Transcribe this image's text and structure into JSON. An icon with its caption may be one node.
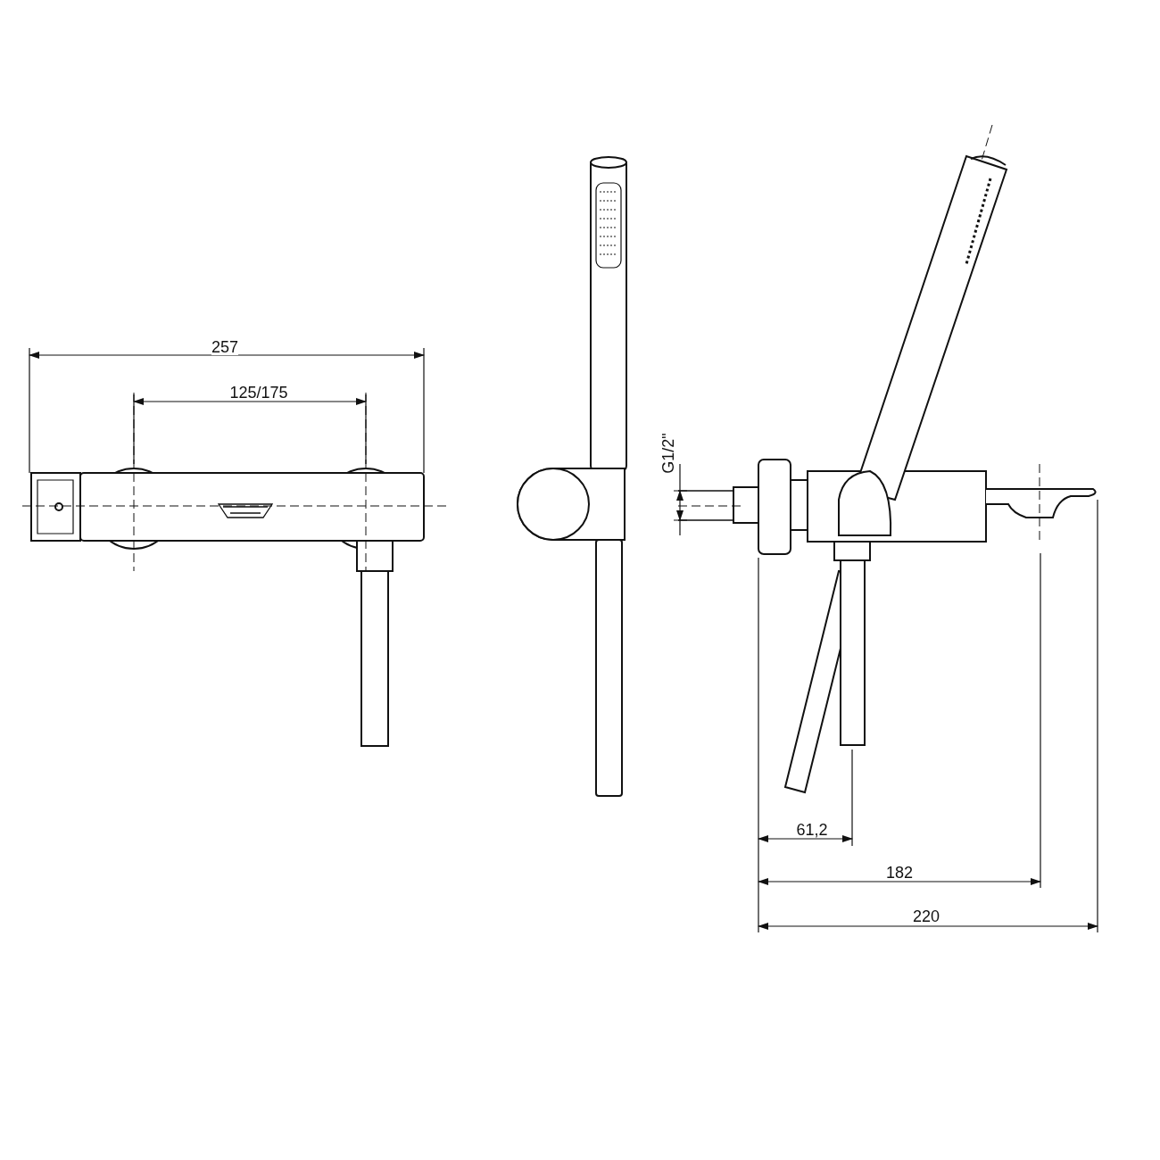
{
  "diagram": {
    "labels": [
      "257",
      "125/175",
      "G1/2\"",
      "61,2",
      "182",
      "220"
    ]
  }
}
